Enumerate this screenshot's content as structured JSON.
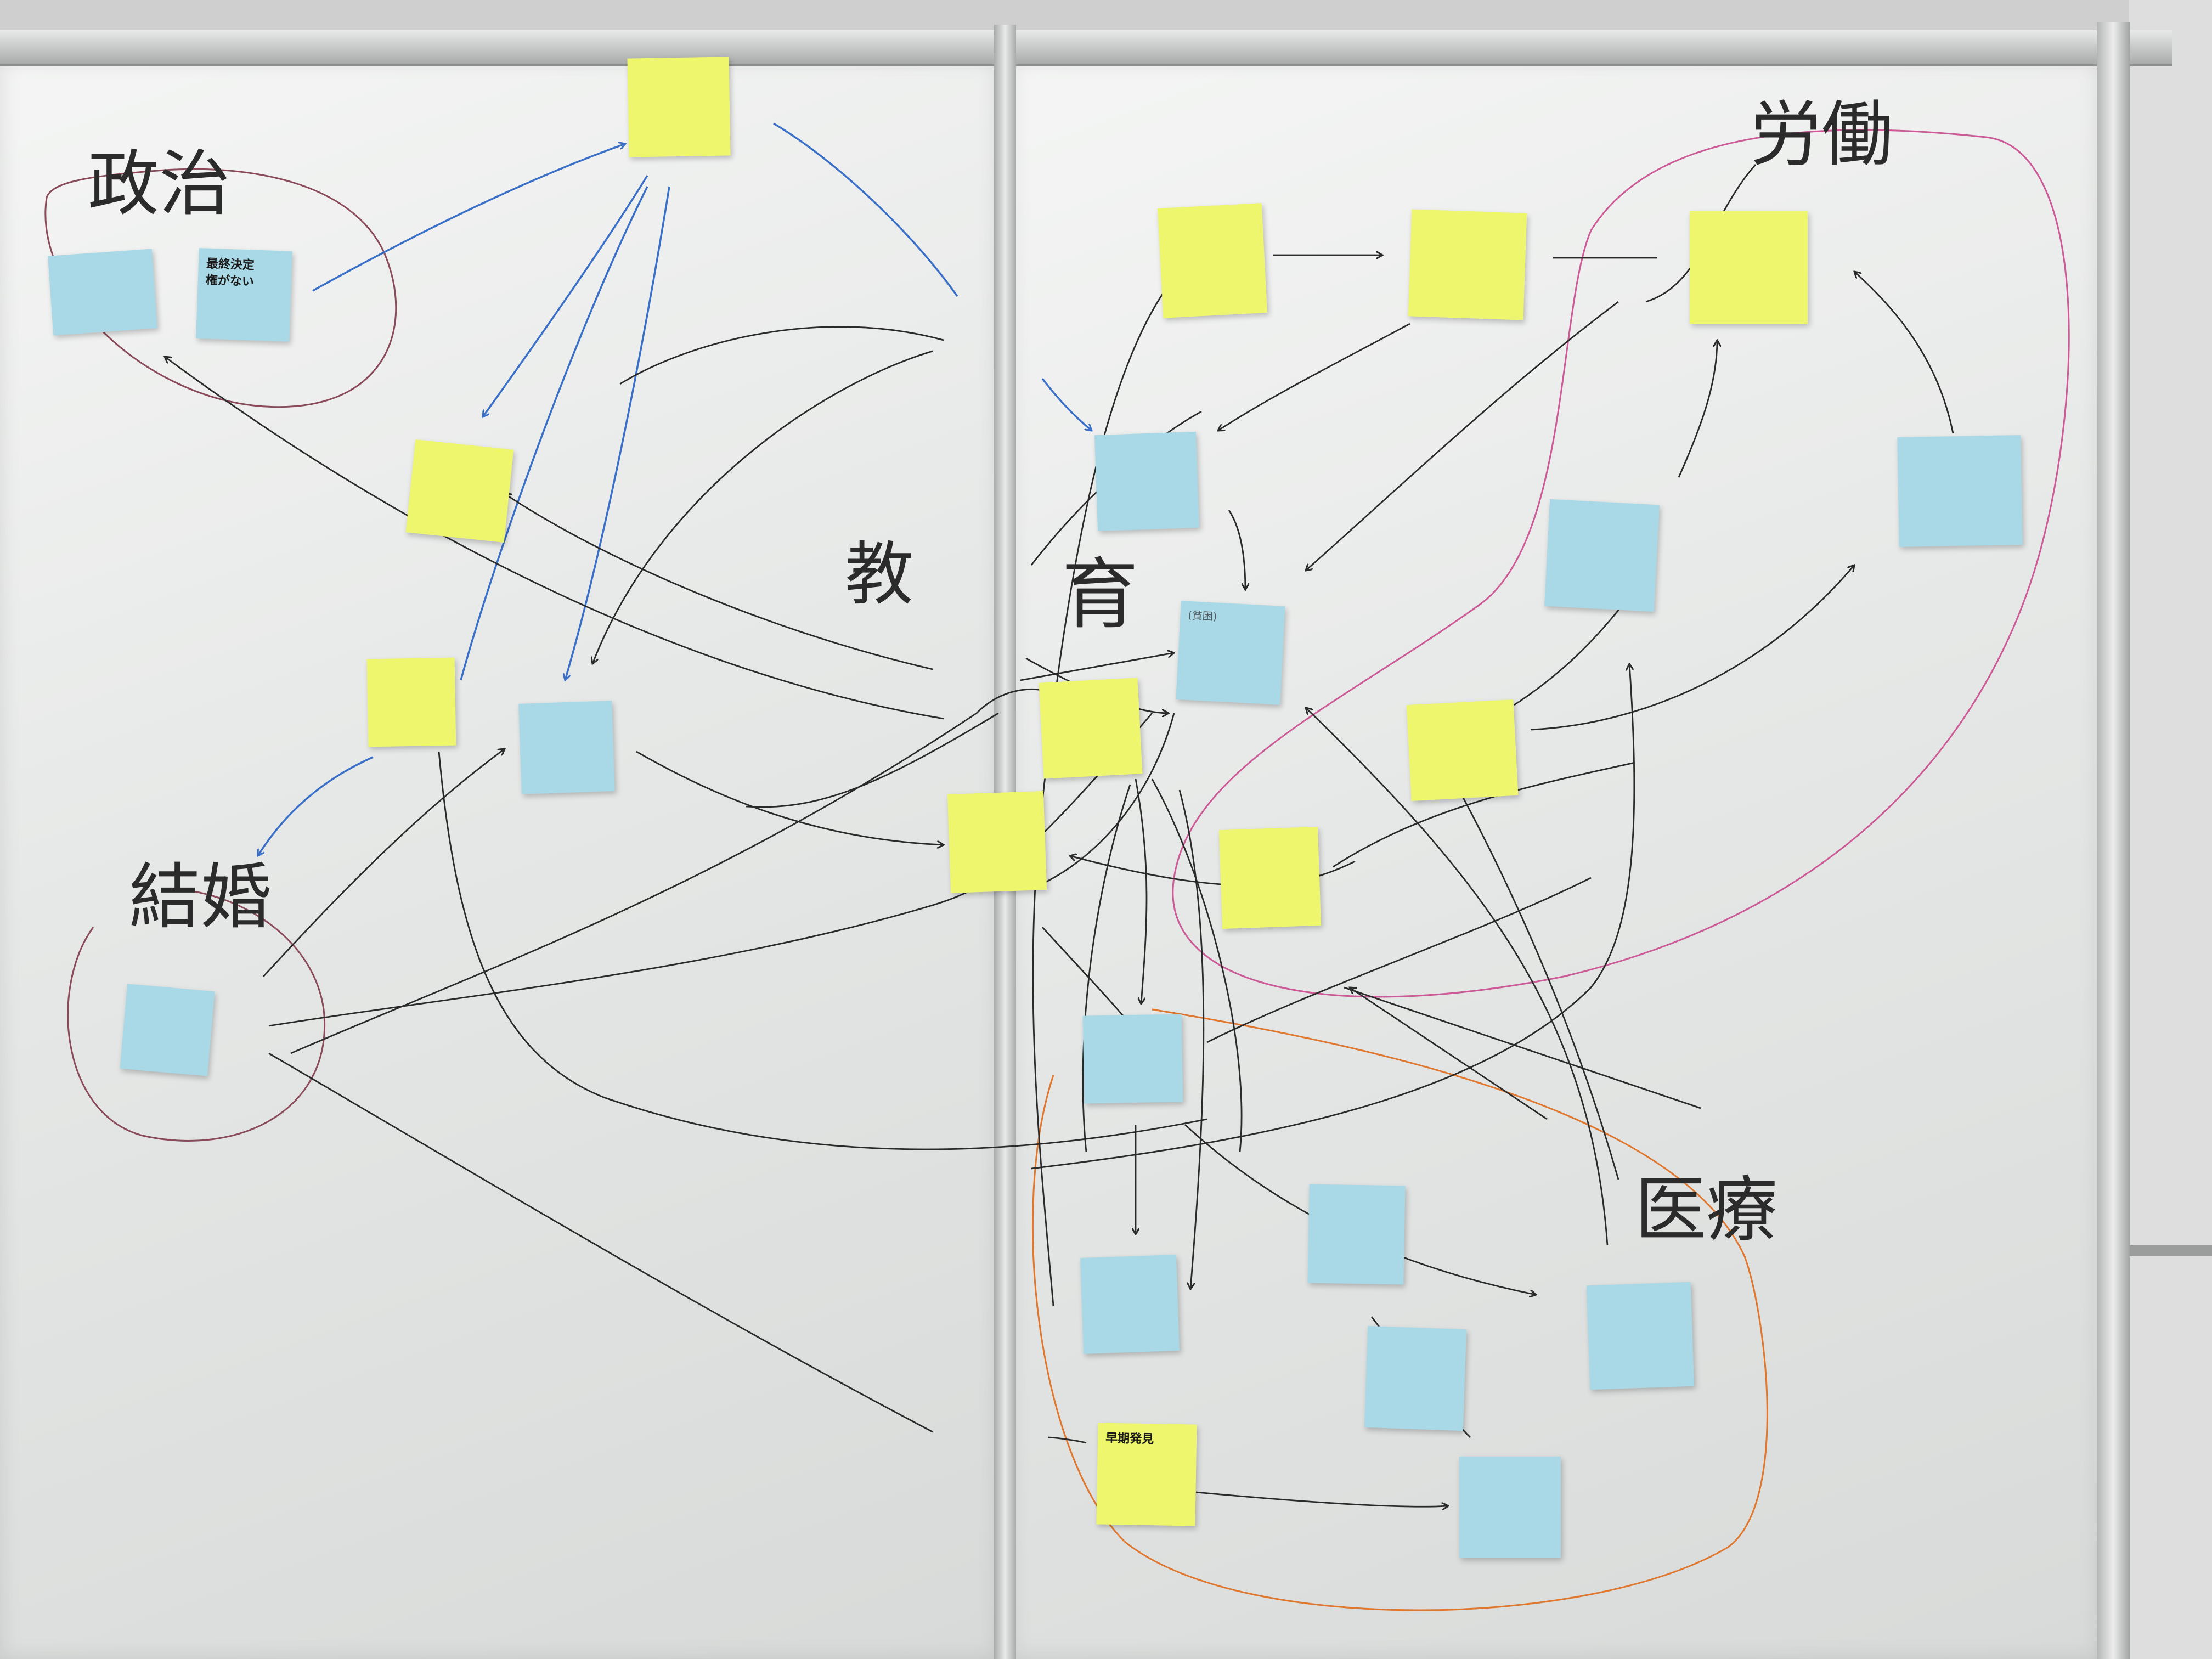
{
  "board": {
    "sections": {
      "politics": "政治",
      "marriage": "結婚",
      "education_1": "教",
      "education_2": "育",
      "labor": "労働",
      "medical": "医療"
    }
  },
  "notes": {
    "n1": {
      "lines": [
        "",
        ""
      ]
    },
    "n2": {
      "lines": [
        "最終決定",
        "",
        "",
        "",
        "権がない"
      ]
    },
    "n3": {
      "lines": [
        "",
        ""
      ]
    },
    "n4": {
      "lines": [
        "",
        ""
      ]
    },
    "n5": {
      "lines": [
        "",
        ""
      ]
    },
    "n6": {
      "lines": [
        "",
        ""
      ]
    },
    "n7": {
      "lines": [
        "",
        ""
      ]
    },
    "n8": {
      "lines": [
        "",
        ""
      ]
    },
    "n9": {
      "lines": [
        "",
        "",
        ""
      ]
    },
    "n10": {
      "lines": [
        ""
      ]
    },
    "n11": {
      "lines": [
        "",
        ""
      ]
    },
    "n12": {
      "lines": [
        "",
        "(貧困)"
      ]
    },
    "n13": {
      "lines": [
        "",
        ""
      ]
    },
    "n14": {
      "lines": [
        "",
        "",
        ""
      ]
    },
    "n15": {
      "lines": [
        "",
        ""
      ]
    },
    "n16": {
      "lines": [
        "",
        ""
      ]
    },
    "n17": {
      "lines": [
        "",
        "",
        ""
      ]
    },
    "n18": {
      "lines": [
        "",
        ""
      ]
    },
    "n19": {
      "lines": [
        "",
        ""
      ]
    },
    "n20": {
      "lines": [
        "",
        "",
        ""
      ]
    },
    "n21": {
      "lines": [
        "",
        "",
        ""
      ]
    },
    "n22": {
      "lines": [
        "",
        "",
        ""
      ]
    },
    "n23": {
      "lines": [
        "",
        ""
      ]
    },
    "n24": {
      "lines": [
        "",
        ""
      ]
    },
    "n25": {
      "lines": [
        "早期発見"
      ]
    },
    "n26": {
      "lines": [
        "",
        ""
      ]
    }
  },
  "colors": {
    "yellow_note": "#eef66e",
    "blue_note": "#a9d8e6",
    "ink_black": "#2a2a2a",
    "ink_blue": "#3a6fc8",
    "ink_magenta": "#cc5a96",
    "ink_orange": "#e0772e",
    "ink_maroon": "#8a4a5a"
  }
}
